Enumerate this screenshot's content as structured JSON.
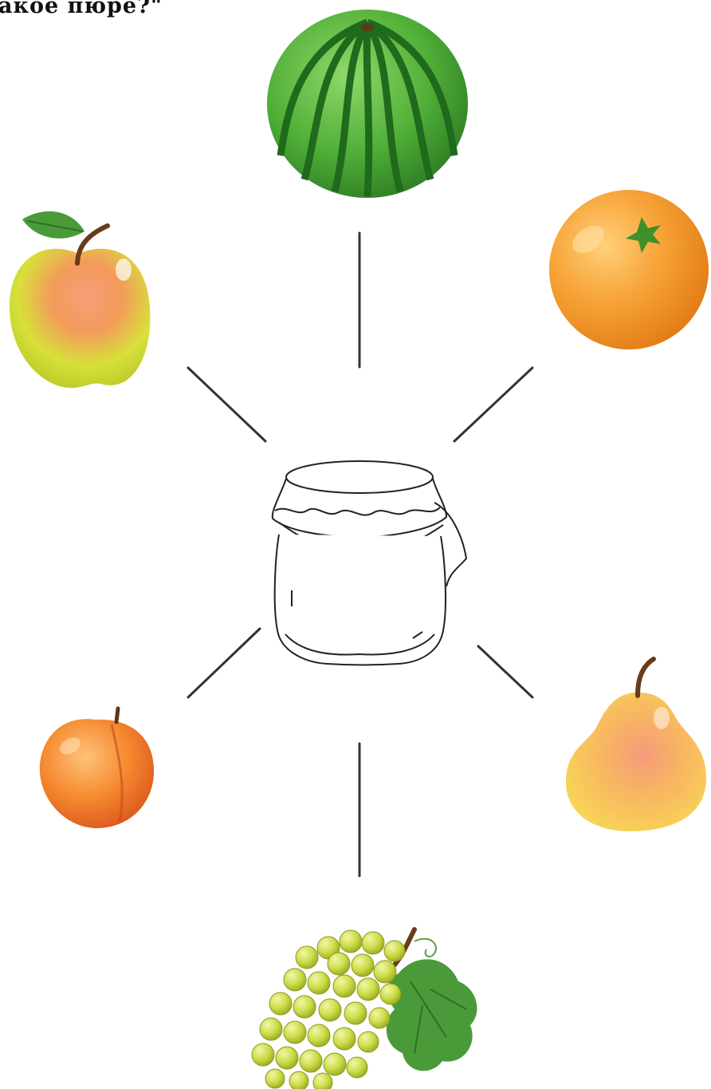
{
  "title": "акое пюре?\"",
  "fruits": [
    {
      "name": "watermelon",
      "icon": "watermelon-icon"
    },
    {
      "name": "apple",
      "icon": "apple-icon"
    },
    {
      "name": "orange",
      "icon": "orange-icon"
    },
    {
      "name": "apricot",
      "icon": "apricot-icon"
    },
    {
      "name": "pear",
      "icon": "pear-icon"
    },
    {
      "name": "grapes",
      "icon": "grapes-icon"
    }
  ],
  "center": {
    "name": "jar",
    "icon": "jar-icon"
  },
  "colors": {
    "watermelon_light": "#5cbf3a",
    "watermelon_dark": "#1f6a1c",
    "apple_yellow": "#d6e23a",
    "apple_red": "#f07050",
    "orange": "#f4901e",
    "apricot": "#f27a22",
    "pear": "#f8c94a",
    "grape": "#c9d84a",
    "leaf": "#4a9a3a",
    "line": "#333333"
  }
}
